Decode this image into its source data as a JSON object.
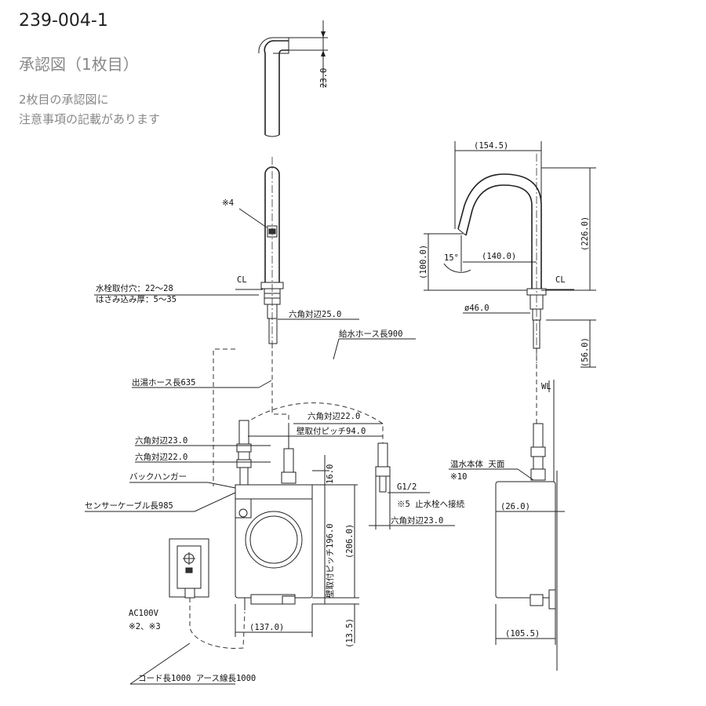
{
  "header": {
    "doc_id": "239-004-1",
    "title": "承認図（1枚目）",
    "note_line1": "2枚目の承認図に",
    "note_line2": "注意事項の記載があります"
  },
  "labels": {
    "dim_23": "23.0",
    "note4": "※4",
    "cl_left": "CL",
    "mount_hole": "水栓取付穴：22～28",
    "clamp_thick": "はさみ込み厚：5～35",
    "hex25": "六角対辺25.0",
    "supply_hose": "給水ホース長900",
    "hot_hose": "出湯ホース長635",
    "hex22_top": "六角対辺22.0",
    "wall_pitch94": "壁取付ピッチ94.0",
    "hex23_left": "六角対辺23.0",
    "hex22_left": "六角対辺22.0",
    "back_hanger": "バックハンガー",
    "sensor_cable": "センサーケーブル長985",
    "g12": "G1/2",
    "note5": "※5 止水栓へ接続",
    "hex23_right": "六角対辺23.0",
    "dim_16": "16.0",
    "wall_pitch196": "壁取付ピッチ196.0",
    "dim_206": "(206.0)",
    "dim_137": "(137.0)",
    "dim_13_5": "(13.5)",
    "ac100v": "AC100V",
    "note23": "※2、※3",
    "cord": "コード長1000 アース線長1000",
    "dim_154_5": "(154.5)",
    "dim_226": "(226.0)",
    "dim_100": "(100.0)",
    "angle15": "15°",
    "dim_140": "(140.0)",
    "cl_right": "CL",
    "dia46": "ø46.0",
    "dim_56": "(56.0)",
    "wl": "WL",
    "heater_top": "温水本体 天面",
    "note10": "※10",
    "dim_26": "(26.0)",
    "dim_105_5": "(105.5)"
  }
}
